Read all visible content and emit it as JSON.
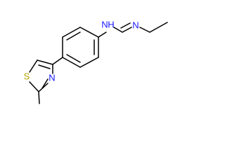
{
  "atoms": {
    "n_amine": {
      "label": "N",
      "color": "#1a1aff"
    },
    "h_amine": {
      "label": "H",
      "color": "#1a1aff"
    },
    "n_imine": {
      "label": "N",
      "color": "#1a1aff"
    },
    "n_ring": {
      "label": "N",
      "color": "#1a1aff"
    },
    "s_ring": {
      "label": "S",
      "color": "#b5a300"
    }
  },
  "bond_color": "#000000"
}
